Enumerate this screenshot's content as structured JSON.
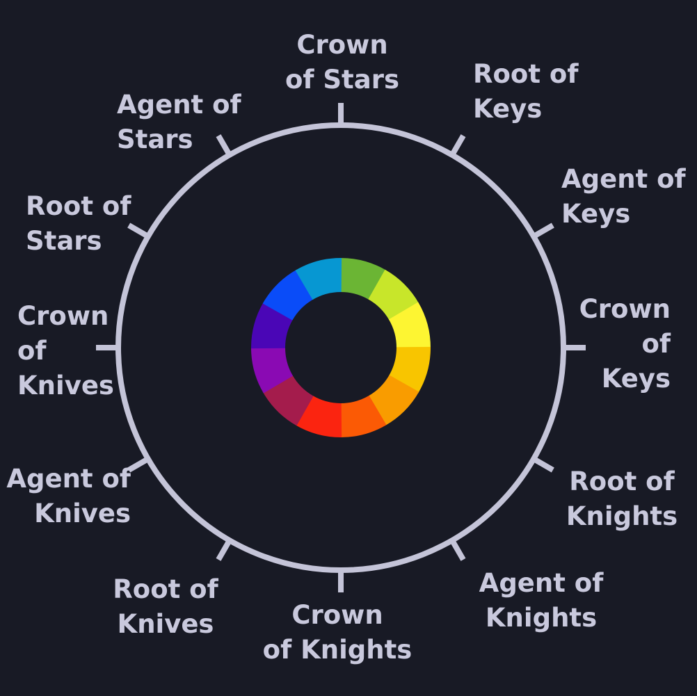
{
  "colors": {
    "background": "#181a25",
    "ring": "#c4c4d8",
    "label": "#c9c9dd"
  },
  "wheel_segments": [
    "#6bb534",
    "#c8e62a",
    "#fdf532",
    "#f8c500",
    "#f99c00",
    "#fb5a05",
    "#fb2410",
    "#a41c4c",
    "#8a0ab3",
    "#4a06b6",
    "#0a4cf8",
    "#0797d2"
  ],
  "labels": [
    {
      "lines": [
        "Crown",
        "of Stars"
      ]
    },
    {
      "lines": [
        "Root of",
        "Keys"
      ]
    },
    {
      "lines": [
        "Agent of",
        "Keys"
      ]
    },
    {
      "lines": [
        "Crown",
        "of",
        "Keys"
      ]
    },
    {
      "lines": [
        "Root of",
        "Knights"
      ]
    },
    {
      "lines": [
        "Agent of",
        "Knights"
      ]
    },
    {
      "lines": [
        "Crown",
        "of Knights"
      ]
    },
    {
      "lines": [
        "Root of",
        "Knives"
      ]
    },
    {
      "lines": [
        "Agent of",
        "Knives"
      ]
    },
    {
      "lines": [
        "Crown",
        "of",
        "Knives"
      ]
    },
    {
      "lines": [
        "Root of",
        "Stars"
      ]
    },
    {
      "lines": [
        "Agent of",
        "Stars"
      ]
    }
  ]
}
